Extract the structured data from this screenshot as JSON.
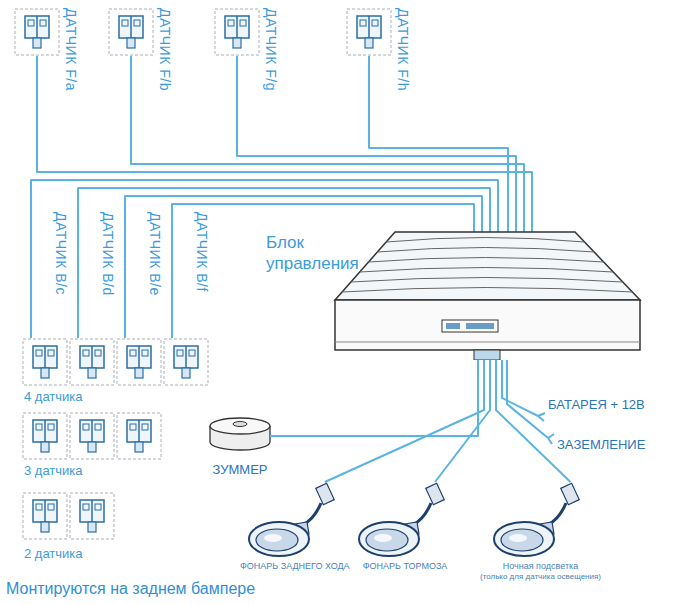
{
  "diagram": {
    "caption": "Монтируются на заднем бампере",
    "nodes": [
      {
        "text": [
          "ДАТЧИК F/a"
        ]
      },
      {
        "text": [
          "ДАТЧИК F/b"
        ]
      },
      {
        "text": [
          "ДАТЧИК F/g"
        ]
      },
      {
        "text": [
          "ДАТЧИК F/h"
        ]
      },
      {
        "text": [
          "ДАТЧИК B/c"
        ]
      },
      {
        "text": [
          "ДАТЧИК B/d"
        ]
      },
      {
        "text": [
          "ДАТЧИК B/e"
        ]
      },
      {
        "text": [
          "ДАТЧИК B/f"
        ]
      },
      {
        "text": [
          "Блок управления"
        ]
      },
      {
        "text": [
          "ЗУММЕР"
        ]
      },
      {
        "text": [
          "ФОНАРЬ ЗАДНЕГО ХОДА"
        ]
      },
      {
        "text": [
          "ФОНАРЬ ТОРМОЗА"
        ]
      },
      {
        "text": [
          "Ночная подсветка",
          "(только для датчика освещения)"
        ]
      }
    ],
    "edges": [
      {
        "from": 0,
        "to": 8,
        "arrow": "none"
      },
      {
        "from": 1,
        "to": 8,
        "arrow": "none"
      },
      {
        "from": 2,
        "to": 8,
        "arrow": "none"
      },
      {
        "from": 3,
        "to": 8,
        "arrow": "none"
      },
      {
        "from": 4,
        "to": 8,
        "arrow": "none"
      },
      {
        "from": 5,
        "to": 8,
        "arrow": "none"
      },
      {
        "from": 6,
        "to": 8,
        "arrow": "none"
      },
      {
        "from": 7,
        "to": 8,
        "arrow": "none"
      },
      {
        "from": 8,
        "to": 9,
        "arrow": "none"
      },
      {
        "from": 8,
        "to": 10,
        "arrow": "none"
      },
      {
        "from": 8,
        "to": 11,
        "arrow": "none"
      },
      {
        "from": 8,
        "to": 12,
        "arrow": "none"
      }
    ],
    "labels": [
      "4 датчика",
      "3 датчика",
      "2 датчика",
      "БАТАРЕЯ + 12В",
      "ЗАЗЕМЛЕНИЕ"
    ]
  }
}
